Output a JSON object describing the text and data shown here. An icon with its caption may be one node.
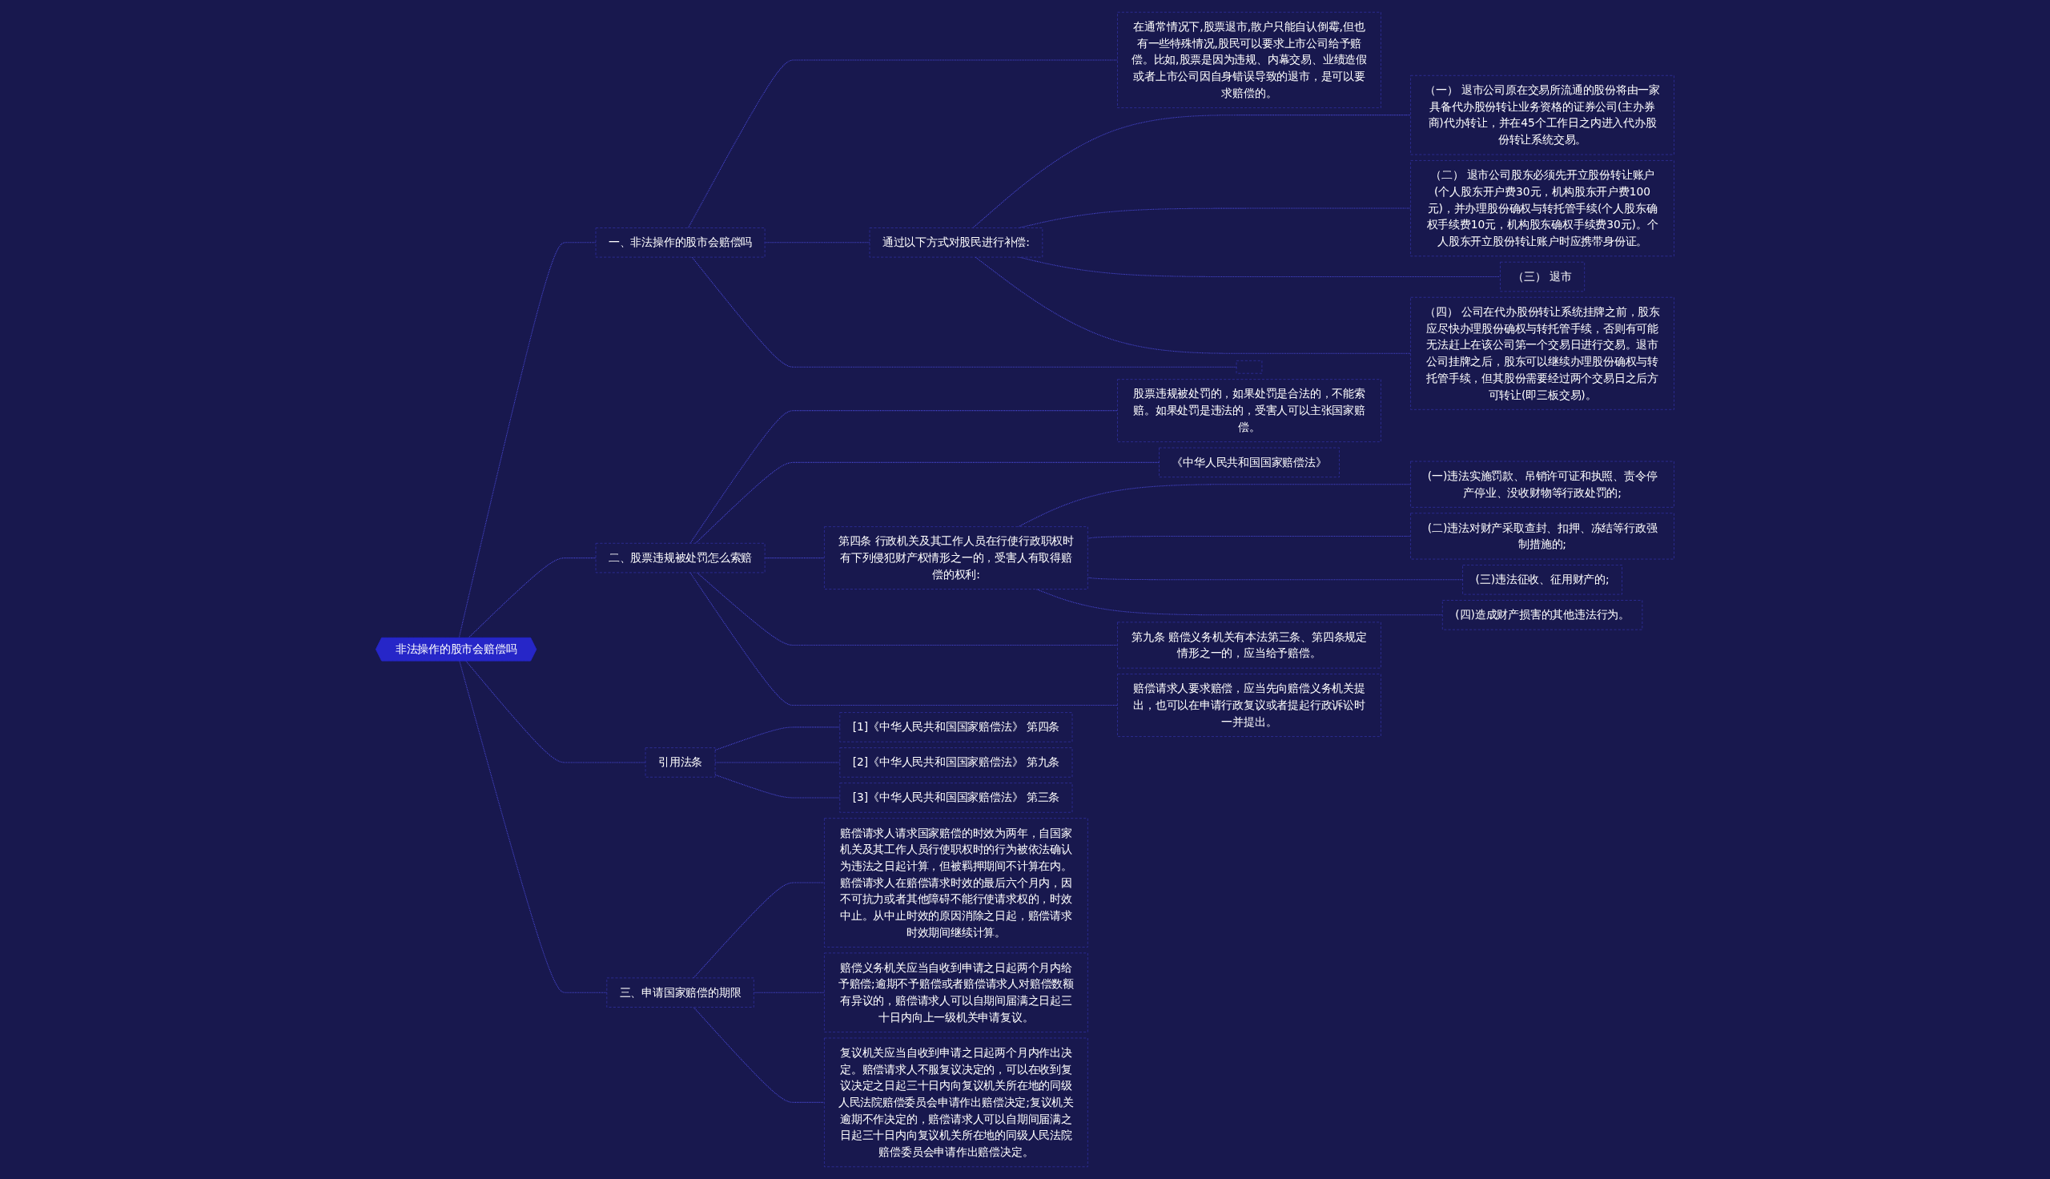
{
  "diagram": {
    "nodes": [
      {
        "text": [
          "非法操作的股市会赔偿吗"
        ]
      },
      {
        "text": [
          "一、非法操作的股市会赔偿吗"
        ]
      },
      {
        "text": [
          "在通常情况下,股票退市,散户只能自认倒霉,但也有一些特殊情况,股民可以要求上市公司给予赔偿。比如,股票是因为违规、内幕交易、业绩造假或者上市公司因自身错误导致的退市，是可以要求赔偿的。"
        ]
      },
      {
        "text": [
          "通过以下方式对股民进行补偿:"
        ]
      },
      {
        "text": [
          "（一） 退市公司原在交易所流通的股份将由一家具备代办股份转让业务资格的证券公司(主办券商)代办转让，并在45个工作日之内进入代办股份转让系统交易。"
        ]
      },
      {
        "text": [
          "（二） 退市公司股东必须先开立股份转让账户(个人股东开户费30元，机构股东开户费100元)，并办理股份确权与转托管手续(个人股东确权手续费10元，机构股东确权手续费30元)。个人股东开立股份转让账户时应携带身份证。"
        ]
      },
      {
        "text": [
          "（三） 退市"
        ]
      },
      {
        "text": [
          "（四） 公司在代办股份转让系统挂牌之前，股东应尽快办理股份确权与转托管手续，否则有可能无法赶上在该公司第一个交易日进行交易。退市公司挂牌之后，股东可以继续办理股份确权与转托管手续，但其股份需要经过两个交易日之后方可转让(即三板交易)。"
        ]
      },
      {
        "text": [],
        "shape": "box"
      },
      {
        "text": [
          "二、股票违规被处罚怎么索赔"
        ]
      },
      {
        "text": [
          "股票违规被处罚的，如果处罚是合法的，不能索赔。如果处罚是违法的，受害人可以主张国家赔偿。"
        ]
      },
      {
        "text": [
          "《中华人民共和国国家赔偿法》"
        ]
      },
      {
        "text": [
          "第四条 行政机关及其工作人员在行使行政职权时有下列侵犯财产权情形之一的，受害人有取得赔偿的权利:"
        ]
      },
      {
        "text": [
          "(一)违法实施罚款、吊销许可证和执照、责令停产停业、没收财物等行政处罚的;"
        ]
      },
      {
        "text": [
          "(二)违法对财产采取查封、扣押、冻结等行政强制措施的;"
        ]
      },
      {
        "text": [
          "(三)违法征收、征用财产的;"
        ]
      },
      {
        "text": [
          "(四)造成财产损害的其他违法行为。"
        ]
      },
      {
        "text": [
          "第九条 赔偿义务机关有本法第三条、第四条规定情形之一的，应当给予赔偿。"
        ]
      },
      {
        "text": [
          "赔偿请求人要求赔偿，应当先向赔偿义务机关提出，也可以在申请行政复议或者提起行政诉讼时一并提出。"
        ]
      },
      {
        "text": [
          "引用法条"
        ]
      },
      {
        "text": [
          "[1]《中华人民共和国国家赔偿法》 第四条"
        ]
      },
      {
        "text": [
          "[2]《中华人民共和国国家赔偿法》 第九条"
        ]
      },
      {
        "text": [
          "[3]《中华人民共和国国家赔偿法》 第三条"
        ]
      },
      {
        "text": [
          "三、申请国家赔偿的期限"
        ]
      },
      {
        "text": [
          "赔偿请求人请求国家赔偿的时效为两年，自国家机关及其工作人员行使职权时的行为被依法确认为违法之日起计算，但被羁押期间不计算在内。赔偿请求人在赔偿请求时效的最后六个月内，因不可抗力或者其他障碍不能行使请求权的，时效中止。从中止时效的原因消除之日起，赔偿请求时效期间继续计算。"
        ]
      },
      {
        "text": [
          "赔偿义务机关应当自收到申请之日起两个月内给予赔偿;逾期不予赔偿或者赔偿请求人对赔偿数额有异议的，赔偿请求人可以自期间届满之日起三十日内向上一级机关申请复议。"
        ]
      },
      {
        "text": [
          "复议机关应当自收到申请之日起两个月内作出决定。赔偿请求人不服复议决定的，可以在收到复议决定之日起三十日内向复议机关所在地的同级人民法院赔偿委员会申请作出赔偿决定;复议机关逾期不作决定的，赔偿请求人可以自期间届满之日起三十日内向复议机关所在地的同级人民法院赔偿委员会申请作出赔偿决定。"
        ]
      }
    ],
    "edges": [
      {
        "from": 0,
        "to": 1,
        "arrow": "none",
        "style": "dashed"
      },
      {
        "from": 1,
        "to": 2,
        "arrow": "none",
        "style": "dashed"
      },
      {
        "from": 1,
        "to": 3,
        "arrow": "none",
        "style": "dashed"
      },
      {
        "from": 3,
        "to": 4,
        "arrow": "none",
        "style": "dashed"
      },
      {
        "from": 3,
        "to": 5,
        "arrow": "none",
        "style": "dashed"
      },
      {
        "from": 3,
        "to": 6,
        "arrow": "none",
        "style": "dashed"
      },
      {
        "from": 3,
        "to": 7,
        "arrow": "none",
        "style": "dashed"
      },
      {
        "from": 1,
        "to": 8,
        "arrow": "none",
        "style": "dashed"
      },
      {
        "from": 0,
        "to": 9,
        "arrow": "none",
        "style": "dashed"
      },
      {
        "from": 9,
        "to": 10,
        "arrow": "none",
        "style": "dashed"
      },
      {
        "from": 9,
        "to": 11,
        "arrow": "none",
        "style": "dashed"
      },
      {
        "from": 9,
        "to": 12,
        "arrow": "none",
        "style": "dashed"
      },
      {
        "from": 12,
        "to": 13,
        "arrow": "none",
        "style": "dashed"
      },
      {
        "from": 12,
        "to": 14,
        "arrow": "none",
        "style": "dashed"
      },
      {
        "from": 12,
        "to": 15,
        "arrow": "none",
        "style": "dashed"
      },
      {
        "from": 12,
        "to": 16,
        "arrow": "none",
        "style": "dashed"
      },
      {
        "from": 9,
        "to": 17,
        "arrow": "none",
        "style": "dashed"
      },
      {
        "from": 9,
        "to": 18,
        "arrow": "none",
        "style": "dashed"
      },
      {
        "from": 0,
        "to": 19,
        "arrow": "none",
        "style": "dashed"
      },
      {
        "from": 19,
        "to": 20,
        "arrow": "none",
        "style": "dashed"
      },
      {
        "from": 19,
        "to": 21,
        "arrow": "none",
        "style": "dashed"
      },
      {
        "from": 19,
        "to": 22,
        "arrow": "none",
        "style": "dashed"
      },
      {
        "from": 0,
        "to": 23,
        "arrow": "none",
        "style": "dashed"
      },
      {
        "from": 23,
        "to": 24,
        "arrow": "none",
        "style": "dashed"
      },
      {
        "from": 23,
        "to": 25,
        "arrow": "none",
        "style": "dashed"
      },
      {
        "from": 23,
        "to": 26,
        "arrow": "none",
        "style": "dashed"
      }
    ]
  }
}
